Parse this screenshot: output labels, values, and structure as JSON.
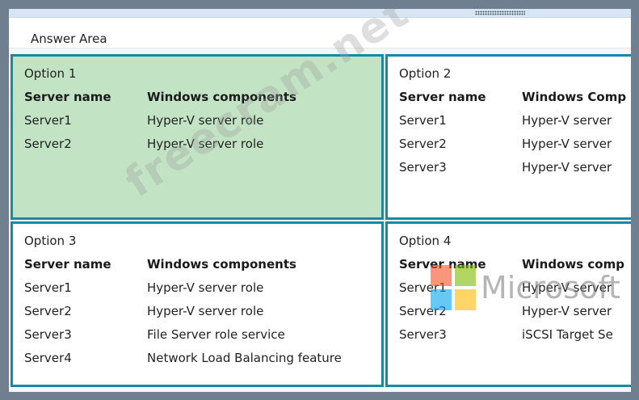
{
  "header": {
    "title": "Answer Area"
  },
  "options": [
    {
      "title": "Option 1",
      "selected": true,
      "headers": {
        "server": "Server name",
        "components": "Windows components"
      },
      "rows": [
        {
          "server": "Server1",
          "component": "Hyper-V server role"
        },
        {
          "server": "Server2",
          "component": "Hyper-V server role"
        }
      ]
    },
    {
      "title": "Option 2",
      "selected": false,
      "headers": {
        "server": "Server name",
        "components": "Windows Comp"
      },
      "rows": [
        {
          "server": "Server1",
          "component": "Hyper-V server"
        },
        {
          "server": "Server2",
          "component": "Hyper-V server"
        },
        {
          "server": "Server3",
          "component": "Hyper-V server"
        }
      ]
    },
    {
      "title": "Option 3",
      "selected": false,
      "headers": {
        "server": "Server name",
        "components": "Windows components"
      },
      "rows": [
        {
          "server": "Server1",
          "component": "Hyper-V server role"
        },
        {
          "server": "Server2",
          "component": "Hyper-V server role"
        },
        {
          "server": "Server3",
          "component": "File Server role service"
        },
        {
          "server": "Server4",
          "component": "Network Load Balancing feature"
        }
      ]
    },
    {
      "title": "Option 4",
      "selected": false,
      "headers": {
        "server": "Server name",
        "components": "Windows comp"
      },
      "rows": [
        {
          "server": "Server1",
          "component": "Hyper-V server"
        },
        {
          "server": "Server2",
          "component": "Hyper-V server"
        },
        {
          "server": "Server3",
          "component": "iSCSI Target Se"
        }
      ]
    }
  ],
  "watermark": {
    "text": "freecram.net"
  },
  "logo": {
    "text": "Microsoft"
  },
  "colors": {
    "border": "#1b87a6",
    "selected_bg": "#c2e3c4",
    "logo_red": "#f25022",
    "logo_green": "#7fba00",
    "logo_blue": "#00a4ef",
    "logo_yellow": "#ffb900"
  }
}
